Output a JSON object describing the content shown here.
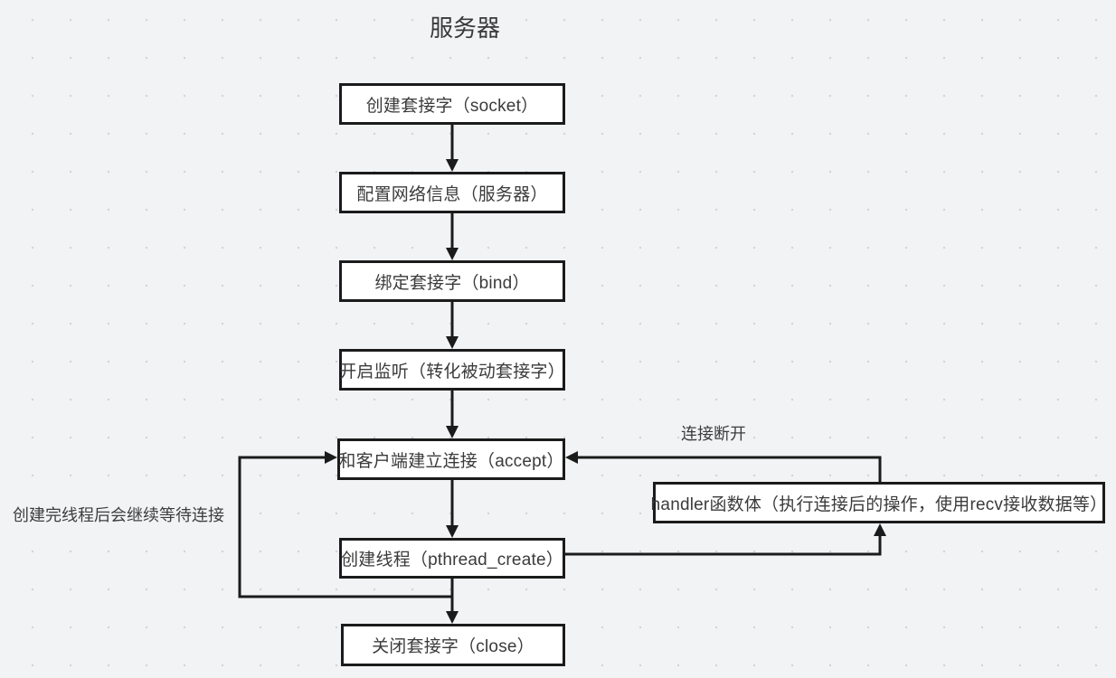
{
  "diagram": {
    "title": "服务器",
    "nodes": [
      {
        "id": "socket",
        "label": "创建套接字（socket）"
      },
      {
        "id": "config",
        "label": "配置网络信息（服务器）"
      },
      {
        "id": "bind",
        "label": "绑定套接字（bind）"
      },
      {
        "id": "listen",
        "label": "开启监听（转化被动套接字）"
      },
      {
        "id": "accept",
        "label": "和客户端建立连接（accept）"
      },
      {
        "id": "thread",
        "label": "创建线程（pthread_create）"
      },
      {
        "id": "close",
        "label": "关闭套接字（close）"
      },
      {
        "id": "handler",
        "label": "handler函数体（执行连接后的操作，使用recv接收数据等）"
      }
    ],
    "edge_labels": {
      "disconnect": "连接断开",
      "keep_waiting": "创建完线程后会继续等待连接"
    },
    "colors": {
      "background": "#f2f3f5",
      "grid_dot": "#d2d4d8",
      "node_border": "#1b1b1b",
      "node_fill": "#ffffff",
      "text": "#3b3b3b",
      "edge": "#1b1b1b"
    }
  }
}
